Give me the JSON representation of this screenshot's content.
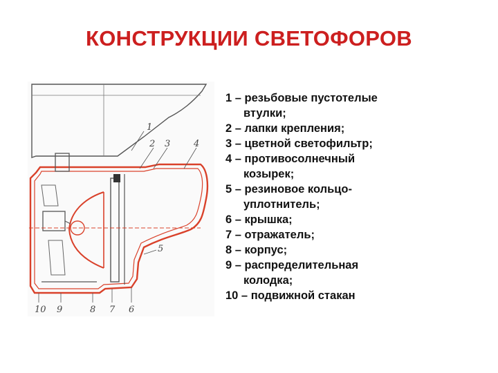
{
  "title": "КОНСТРУКЦИИ СВЕТОФОРОВ",
  "figure": {
    "callouts": [
      "1",
      "2",
      "3",
      "4",
      "5",
      "10",
      "9",
      "8",
      "7",
      "6"
    ]
  },
  "legend": [
    {
      "text": "1 – резьбовые пустотелые",
      "cont": "втулки;"
    },
    {
      "text": "2 – лапки крепления;",
      "cont": ""
    },
    {
      "text": "3 – цветной светофильтр;",
      "cont": ""
    },
    {
      "text": "4 – противосолнечный",
      "cont": "козырек;"
    },
    {
      "text": "5 – резиновое кольцо-",
      "cont": "уплотнитель;"
    },
    {
      "text": "6 – крышка;",
      "cont": ""
    },
    {
      "text": "7 – отражатель;",
      "cont": ""
    },
    {
      "text": "8 – корпус;",
      "cont": ""
    },
    {
      "text": "9 – распределительная",
      "cont": "колодка;"
    },
    {
      "text": "10 – подвижной стакан",
      "cont": ""
    }
  ],
  "colors": {
    "title": "#cc1f1f",
    "outline": "#d9412a",
    "drawing": "#444444"
  }
}
